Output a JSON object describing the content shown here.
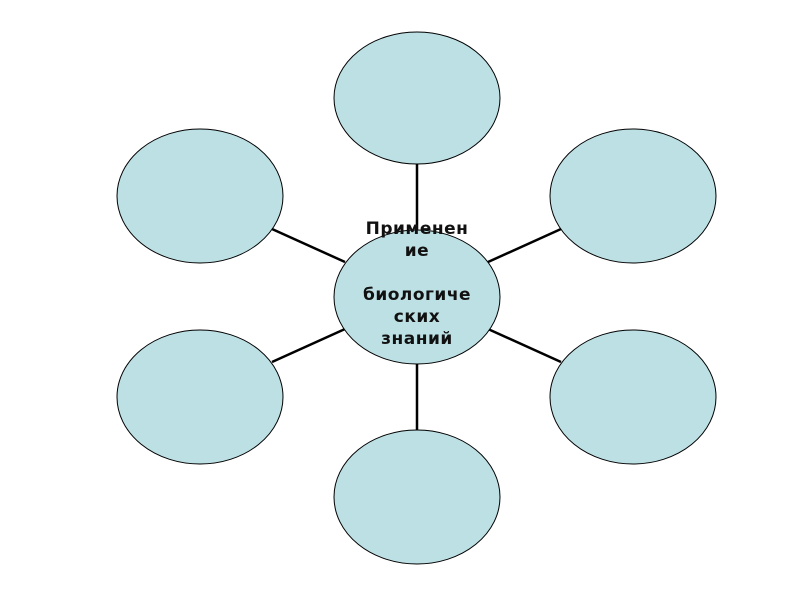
{
  "diagram": {
    "center": {
      "lines": [
        "Применен",
        "ие",
        "",
        "биологиче",
        "ских",
        "знаний"
      ]
    },
    "colors": {
      "bubble_fill": "#bde0e4",
      "outline": "#000000",
      "text": "#111111"
    },
    "outer_bubbles": [
      {
        "position": "top"
      },
      {
        "position": "top-left"
      },
      {
        "position": "top-right"
      },
      {
        "position": "bottom-left"
      },
      {
        "position": "bottom-right"
      },
      {
        "position": "bottom"
      }
    ]
  }
}
